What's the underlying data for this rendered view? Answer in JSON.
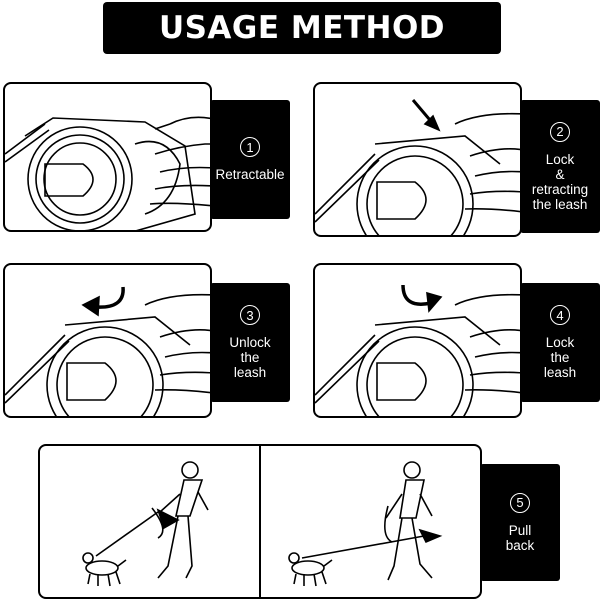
{
  "title": "USAGE METHOD",
  "steps": [
    {
      "number": "1",
      "label": "Retractable"
    },
    {
      "number": "2",
      "label": "Lock\n&\nretracting\nthe leash"
    },
    {
      "number": "3",
      "label": "Unlock\nthe\nleash"
    },
    {
      "number": "4",
      "label": "Lock\nthe\nleash"
    },
    {
      "number": "5",
      "label": "Pull\nback"
    }
  ]
}
